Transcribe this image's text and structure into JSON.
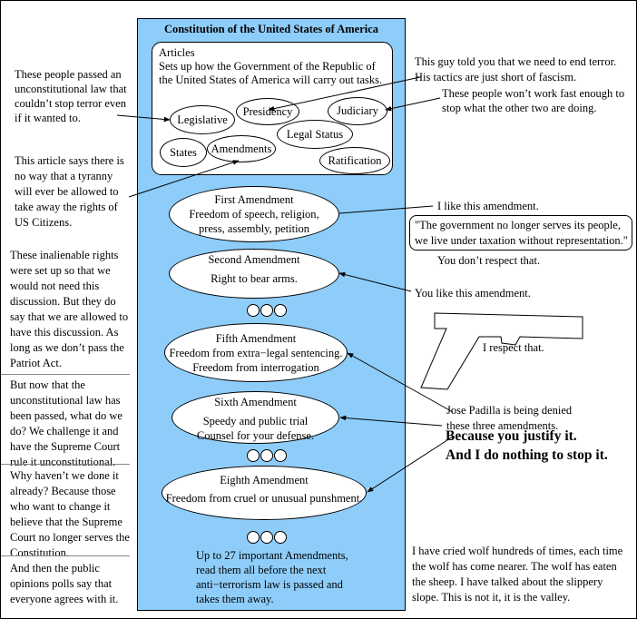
{
  "title": "Constitution of the United States of America",
  "articles": {
    "heading": "Articles",
    "text": "Sets up how the Government of the Republic of the United States of America will carry out tasks.",
    "bubbles": {
      "legislative": "Legislative",
      "presidency": "Presidency",
      "judiciary": "Judiciary",
      "legal_status": "Legal Status",
      "amendments": "Amendments",
      "states": "States",
      "ratification": "Ratification"
    }
  },
  "amendments": {
    "first": {
      "title": "First Amendment",
      "body": "Freedom of speech, religion, press, assembly, petition"
    },
    "second": {
      "title": "Second Amendment",
      "body": "Right to bear arms."
    },
    "fifth": {
      "title": "Fifth Amendment",
      "body1": "Freedom from extra−legal sentencing.",
      "body2": "Freedom from interrogation"
    },
    "sixth": {
      "title": "Sixth Amendment",
      "body1": "Speedy and public trial",
      "body2": "Counsel for your defense."
    },
    "eighth": {
      "title": "Eighth Amendment",
      "body": "Freedom from cruel or unusual punshment."
    }
  },
  "footer_text": "Up to 27 important Amendments, read them all before the next anti−terrorism law is passed and takes them away.",
  "left_notes": {
    "legislative_note": "These people passed an unconstitutional law that couldn’t stop terror even if it wanted to.",
    "amendments_note": "This article says there is no way that a tyranny will ever be allowed to take away the rights of US Citizens.",
    "p1": "These inalienable rights were set up so that we would not need this discussion. But they do say that we are allowed to have this discussion. As long as we don’t pass the Patriot Act.",
    "p2": "But now that the unconstitutional law has been passed, what do we do? We challenge it and have the Supreme Court rule it unconstitutional.",
    "p3": "Why haven’t we done it already? Because those who want to change it believe that the Supreme Court no longer serves the Constitution.",
    "p4": "And then the public opinions polls say that everyone agrees with it."
  },
  "right_notes": {
    "presidency_note": "This guy told you that we need to end terror. His tactics are just short of fascism.",
    "judiciary_note": "These people won’t work fast enough to stop what the other two are doing.",
    "like_first": "I like this amendment.",
    "quote": "\"The government no longer serves its people, we live under taxation without representation.\"",
    "dont_respect": "You don’t respect that.",
    "you_like": "You like this amendment.",
    "respect": "I respect that.",
    "padilla": "Jose Padilla is being denied these three amendments.",
    "justify": "Because you justify it.",
    "nothing": "And I do nothing to stop it.",
    "wolf": "I have cried wolf hundreds of times, each time the wolf has come nearer. The wolf has eaten the sheep. I have talked about the slippery slope. This is not it, it is the valley."
  }
}
